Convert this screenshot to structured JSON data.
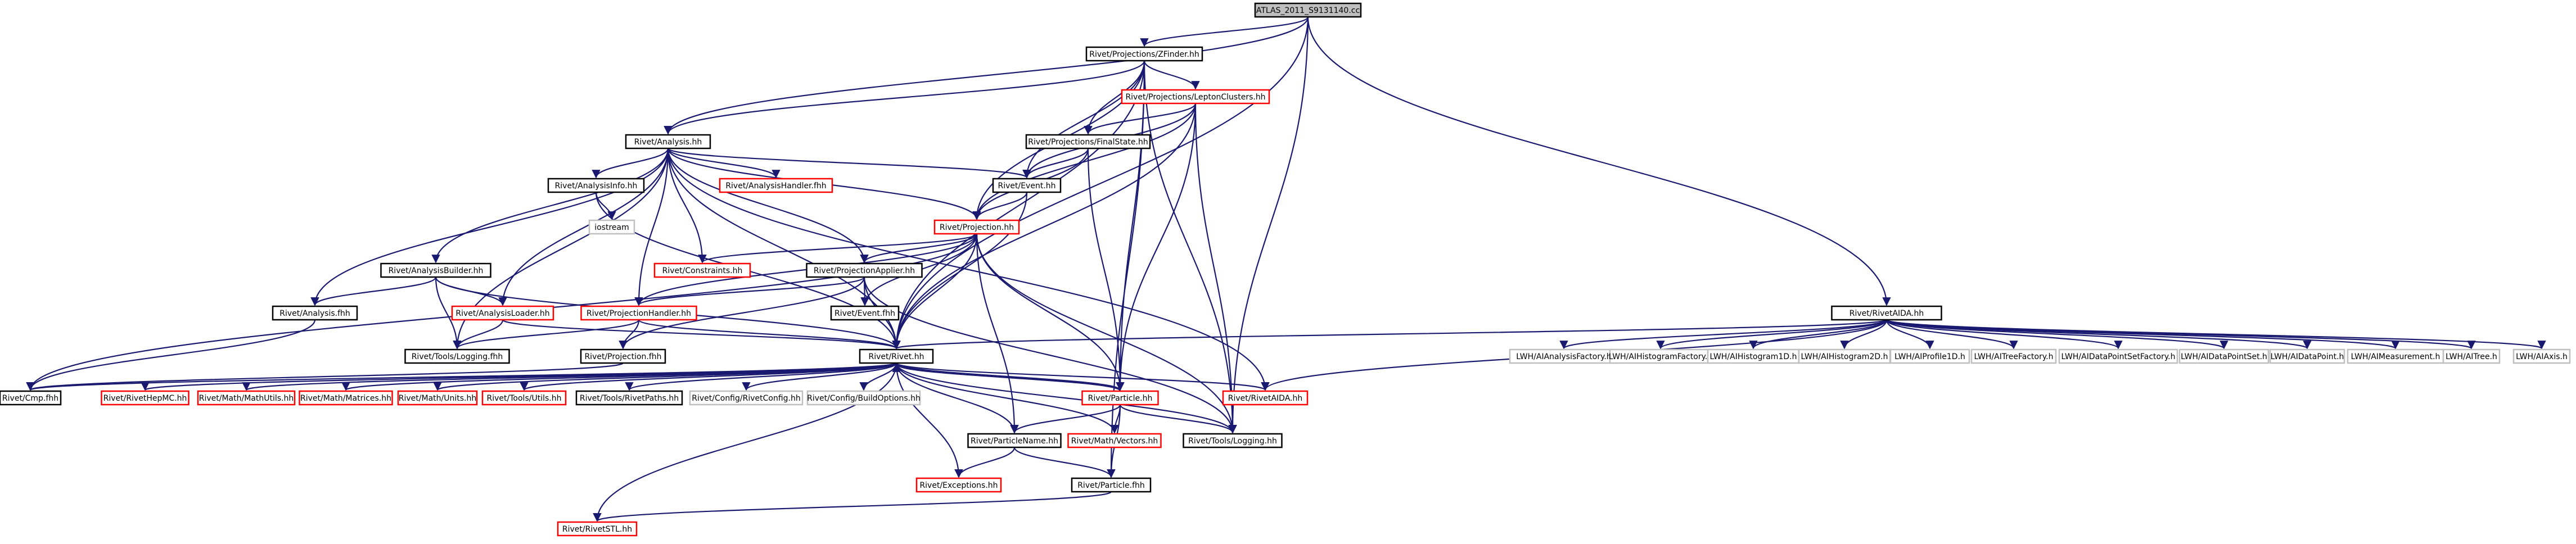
{
  "colors": {
    "edge": "#191970",
    "documented_border": "#000000",
    "undocumented_border": "#ff0000",
    "external_border": "#bfbfbf",
    "root_fill": "#bfbfbf",
    "box_fill": "#ffffff"
  },
  "nodes": [
    {
      "id": "root",
      "label": "ATLAS_2011_S9131140.cc",
      "style": "root"
    },
    {
      "id": "zfinder",
      "label": "Rivet/Projections/ZFinder.hh",
      "style": "doc"
    },
    {
      "id": "leptonclusters",
      "label": "Rivet/Projections/LeptonClusters.hh",
      "style": "undoc"
    },
    {
      "id": "finalstate",
      "label": "Rivet/Projections/FinalState.hh",
      "style": "doc"
    },
    {
      "id": "analysis",
      "label": "Rivet/Analysis.hh",
      "style": "doc"
    },
    {
      "id": "analysisinfo",
      "label": "Rivet/AnalysisInfo.hh",
      "style": "doc"
    },
    {
      "id": "analysishandler",
      "label": "Rivet/AnalysisHandler.fhh",
      "style": "undoc"
    },
    {
      "id": "event",
      "label": "Rivet/Event.hh",
      "style": "doc"
    },
    {
      "id": "iostream",
      "label": "iostream",
      "style": "ext"
    },
    {
      "id": "projection",
      "label": "Rivet/Projection.hh",
      "style": "undoc"
    },
    {
      "id": "constraints",
      "label": "Rivet/Constraints.hh",
      "style": "undoc"
    },
    {
      "id": "projectionapplier",
      "label": "Rivet/ProjectionApplier.hh",
      "style": "doc"
    },
    {
      "id": "analysisbuilder",
      "label": "Rivet/AnalysisBuilder.hh",
      "style": "doc"
    },
    {
      "id": "analysisfhh",
      "label": "Rivet/Analysis.fhh",
      "style": "doc"
    },
    {
      "id": "analysisloader",
      "label": "Rivet/AnalysisLoader.hh",
      "style": "undoc"
    },
    {
      "id": "projectionhandler",
      "label": "Rivet/ProjectionHandler.hh",
      "style": "undoc"
    },
    {
      "id": "eventfhh",
      "label": "Rivet/Event.fhh",
      "style": "doc"
    },
    {
      "id": "loggingfhh",
      "label": "Rivet/Tools/Logging.fhh",
      "style": "doc"
    },
    {
      "id": "projectionfhh",
      "label": "Rivet/Projection.fhh",
      "style": "doc"
    },
    {
      "id": "rivethh",
      "label": "Rivet/Rivet.hh",
      "style": "doc"
    },
    {
      "id": "rivetaida",
      "label": "Rivet/RivetAIDA.hh",
      "style": "doc"
    },
    {
      "id": "cmpfhh",
      "label": "Rivet/Cmp.fhh",
      "style": "doc"
    },
    {
      "id": "rivethepmc",
      "label": "Rivet/RivetHepMC.hh",
      "style": "undoc"
    },
    {
      "id": "mathutils",
      "label": "Rivet/Math/MathUtils.hh",
      "style": "undoc"
    },
    {
      "id": "matrices",
      "label": "Rivet/Math/Matrices.hh",
      "style": "undoc"
    },
    {
      "id": "units",
      "label": "Rivet/Math/Units.hh",
      "style": "undoc"
    },
    {
      "id": "toolsutils",
      "label": "Rivet/Tools/Utils.hh",
      "style": "undoc"
    },
    {
      "id": "rivetpaths",
      "label": "Rivet/Tools/RivetPaths.hh",
      "style": "doc"
    },
    {
      "id": "rivetconfig",
      "label": "Rivet/Config/RivetConfig.hh",
      "style": "ext"
    },
    {
      "id": "buildoptions",
      "label": "Rivet/Config/BuildOptions.hh",
      "style": "ext"
    },
    {
      "id": "particlehh",
      "label": "Rivet/Particle.hh",
      "style": "undoc"
    },
    {
      "id": "rivetaidahh",
      "label": "Rivet/RivetAIDA.hh",
      "style": "undoc"
    },
    {
      "id": "particlename",
      "label": "Rivet/ParticleName.hh",
      "style": "doc"
    },
    {
      "id": "mathvectors",
      "label": "Rivet/Math/Vectors.hh",
      "style": "undoc"
    },
    {
      "id": "logginghh",
      "label": "Rivet/Tools/Logging.hh",
      "style": "doc"
    },
    {
      "id": "exceptions",
      "label": "Rivet/Exceptions.hh",
      "style": "undoc"
    },
    {
      "id": "particlefhh",
      "label": "Rivet/Particle.fhh",
      "style": "doc"
    },
    {
      "id": "rivetstl",
      "label": "Rivet/RivetSTL.hh",
      "style": "undoc"
    },
    {
      "id": "lwh_af",
      "label": "LWH/AIAnalysisFactory.h",
      "style": "ext"
    },
    {
      "id": "lwh_hf",
      "label": "LWH/AIHistogramFactory.h",
      "style": "ext"
    },
    {
      "id": "lwh_h1",
      "label": "LWH/AIHistogram1D.h",
      "style": "ext"
    },
    {
      "id": "lwh_h2",
      "label": "LWH/AIHistogram2D.h",
      "style": "ext"
    },
    {
      "id": "lwh_p1",
      "label": "LWH/AIProfile1D.h",
      "style": "ext"
    },
    {
      "id": "lwh_tf",
      "label": "LWH/AITreeFactory.h",
      "style": "ext"
    },
    {
      "id": "lwh_dpsf",
      "label": "LWH/AIDataPointSetFactory.h",
      "style": "ext"
    },
    {
      "id": "lwh_dps",
      "label": "LWH/AIDataPointSet.h",
      "style": "ext"
    },
    {
      "id": "lwh_dp",
      "label": "LWH/AIDataPoint.h",
      "style": "ext"
    },
    {
      "id": "lwh_meas",
      "label": "LWH/AIMeasurement.h",
      "style": "ext"
    },
    {
      "id": "lwh_tree",
      "label": "LWH/AITree.h",
      "style": "ext"
    },
    {
      "id": "lwh_axis",
      "label": "LWH/AIAxis.h",
      "style": "ext"
    }
  ],
  "edges": [
    [
      "root",
      "zfinder"
    ],
    [
      "root",
      "analysis"
    ],
    [
      "root",
      "rivetaida"
    ],
    [
      "root",
      "logginghh"
    ],
    [
      "root",
      "rivethh"
    ],
    [
      "zfinder",
      "leptonclusters"
    ],
    [
      "zfinder",
      "finalstate"
    ],
    [
      "zfinder",
      "event"
    ],
    [
      "zfinder",
      "projection"
    ],
    [
      "zfinder",
      "rivethh"
    ],
    [
      "zfinder",
      "particlehh"
    ],
    [
      "zfinder",
      "particlefhh"
    ],
    [
      "zfinder",
      "logginghh"
    ],
    [
      "zfinder",
      "analysis"
    ],
    [
      "leptonclusters",
      "finalstate"
    ],
    [
      "leptonclusters",
      "event"
    ],
    [
      "leptonclusters",
      "projection"
    ],
    [
      "leptonclusters",
      "rivethh"
    ],
    [
      "leptonclusters",
      "particlehh"
    ],
    [
      "leptonclusters",
      "logginghh"
    ],
    [
      "finalstate",
      "event"
    ],
    [
      "finalstate",
      "projection"
    ],
    [
      "finalstate",
      "particlehh"
    ],
    [
      "analysis",
      "analysisinfo"
    ],
    [
      "analysis",
      "analysishandler"
    ],
    [
      "analysis",
      "event"
    ],
    [
      "analysis",
      "projection"
    ],
    [
      "analysis",
      "constraints"
    ],
    [
      "analysis",
      "projectionapplier"
    ],
    [
      "analysis",
      "analysisbuilder"
    ],
    [
      "analysis",
      "analysisfhh"
    ],
    [
      "analysis",
      "analysisloader"
    ],
    [
      "analysis",
      "projectionhandler"
    ],
    [
      "analysis",
      "loggingfhh"
    ],
    [
      "analysis",
      "rivethh"
    ],
    [
      "analysis",
      "rivetaidahh"
    ],
    [
      "analysisinfo",
      "iostream"
    ],
    [
      "analysisinfo",
      "rivethh"
    ],
    [
      "event",
      "projection"
    ],
    [
      "event",
      "rivethh"
    ],
    [
      "projection",
      "constraints"
    ],
    [
      "projection",
      "projectionapplier"
    ],
    [
      "projection",
      "projectionhandler"
    ],
    [
      "projection",
      "eventfhh"
    ],
    [
      "projection",
      "rivethh"
    ],
    [
      "projection",
      "particlename"
    ],
    [
      "projection",
      "logginghh"
    ],
    [
      "projection",
      "cmpfhh"
    ],
    [
      "projection",
      "particlehh"
    ],
    [
      "projectionapplier",
      "projectionhandler"
    ],
    [
      "projectionapplier",
      "eventfhh"
    ],
    [
      "projectionapplier",
      "rivethh"
    ],
    [
      "projectionapplier",
      "projectionfhh"
    ],
    [
      "projectionapplier",
      "logginghh"
    ],
    [
      "analysisbuilder",
      "analysisfhh"
    ],
    [
      "analysisbuilder",
      "analysisloader"
    ],
    [
      "analysisbuilder",
      "loggingfhh"
    ],
    [
      "analysisbuilder",
      "rivethh"
    ],
    [
      "analysisloader",
      "loggingfhh"
    ],
    [
      "analysisloader",
      "rivethh"
    ],
    [
      "projectionhandler",
      "rivethh"
    ],
    [
      "projectionhandler",
      "loggingfhh"
    ],
    [
      "projectionhandler",
      "projectionfhh"
    ],
    [
      "analysisfhh",
      "cmpfhh"
    ],
    [
      "projectionfhh",
      "cmpfhh"
    ],
    [
      "rivethh",
      "cmpfhh"
    ],
    [
      "rivethh",
      "rivethepmc"
    ],
    [
      "rivethh",
      "mathutils"
    ],
    [
      "rivethh",
      "matrices"
    ],
    [
      "rivethh",
      "units"
    ],
    [
      "rivethh",
      "toolsutils"
    ],
    [
      "rivethh",
      "rivetpaths"
    ],
    [
      "rivethh",
      "rivetconfig"
    ],
    [
      "rivethh",
      "buildoptions"
    ],
    [
      "rivethh",
      "particlehh"
    ],
    [
      "rivethh",
      "rivetaidahh"
    ],
    [
      "rivethh",
      "particlename"
    ],
    [
      "rivethh",
      "mathvectors"
    ],
    [
      "rivethh",
      "logginghh"
    ],
    [
      "rivethh",
      "exceptions"
    ],
    [
      "rivethh",
      "rivetstl"
    ],
    [
      "particlehh",
      "particlename"
    ],
    [
      "particlehh",
      "mathvectors"
    ],
    [
      "particlehh",
      "logginghh"
    ],
    [
      "particlehh",
      "particlefhh"
    ],
    [
      "particlehh",
      "rivethh"
    ],
    [
      "particlename",
      "exceptions"
    ],
    [
      "particlename",
      "particlefhh"
    ],
    [
      "particlefhh",
      "rivetstl"
    ],
    [
      "rivetaida",
      "rivethh"
    ],
    [
      "rivetaida",
      "rivetaidahh"
    ],
    [
      "rivetaida",
      "lwh_af"
    ],
    [
      "rivetaida",
      "lwh_hf"
    ],
    [
      "rivetaida",
      "lwh_h1"
    ],
    [
      "rivetaida",
      "lwh_h2"
    ],
    [
      "rivetaida",
      "lwh_p1"
    ],
    [
      "rivetaida",
      "lwh_tf"
    ],
    [
      "rivetaida",
      "lwh_dpsf"
    ],
    [
      "rivetaida",
      "lwh_dps"
    ],
    [
      "rivetaida",
      "lwh_dp"
    ],
    [
      "rivetaida",
      "lwh_meas"
    ],
    [
      "rivetaida",
      "lwh_tree"
    ],
    [
      "rivetaida",
      "lwh_axis"
    ]
  ]
}
